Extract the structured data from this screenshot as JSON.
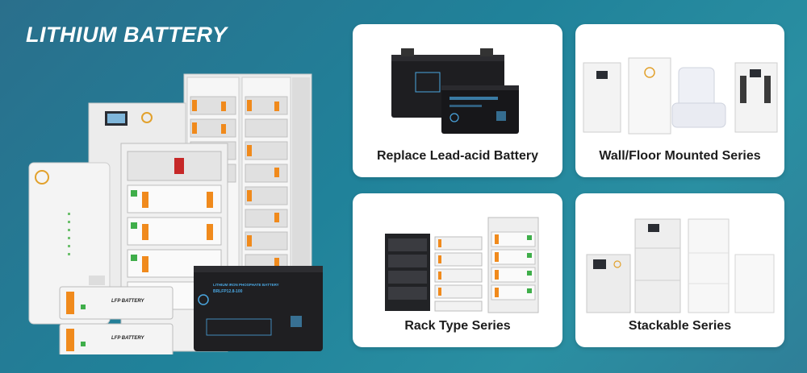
{
  "banner": {
    "title": "LITHIUM BATTERY"
  },
  "hero": {
    "lfp_label": "LFP BATTERY",
    "sealed_battery_title": "LITHIUM IRON PHOSPHATE BATTERY",
    "sealed_battery_model": "BRLFP12.8-100"
  },
  "categories": [
    {
      "label": "Replace Lead-acid Battery"
    },
    {
      "label": "Wall/Floor Mounted Series"
    },
    {
      "label": "Rack Type Series"
    },
    {
      "label": "Stackable Series"
    }
  ],
  "colors": {
    "accent_orange": "#f08a1c",
    "terminal_green": "#3fae4a",
    "battery_black": "#1f1f22",
    "panel_white": "#f2f2f0"
  }
}
